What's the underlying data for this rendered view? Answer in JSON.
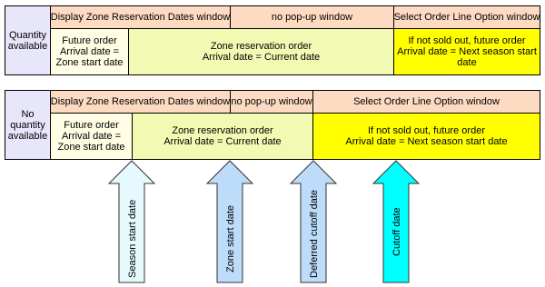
{
  "top": {
    "label": "Quantity\navailable",
    "headers": [
      "Display Zone Reservation Dates window",
      "no pop-up window",
      "Select Order Line Option window"
    ],
    "cells": [
      "Future order\nArrival date =\nZone start date",
      "Zone reservation order\nArrival date = Current date",
      "If not sold out, future order\nArrival date = Next season start\ndate"
    ]
  },
  "bottom": {
    "label": "No\nquantity\navailable",
    "headers": [
      "Display Zone Reservation Dates window",
      "no pop-up window",
      "Select Order Line Option window"
    ],
    "cells": [
      "Future order\nArrival date =\nZone start date",
      "Zone reservation order\nArrival date = Current date",
      "If not sold out, future order\nArrival date = Next season start date"
    ]
  },
  "arrows": [
    {
      "label": "Season start date",
      "color": "#e6fafe"
    },
    {
      "label": "Zone start date",
      "color": "#bcdcfa"
    },
    {
      "label": "Deferred cutoff date",
      "color": "#bcdcfa"
    },
    {
      "label": "Cutoff date",
      "color": "#00ffff"
    }
  ]
}
